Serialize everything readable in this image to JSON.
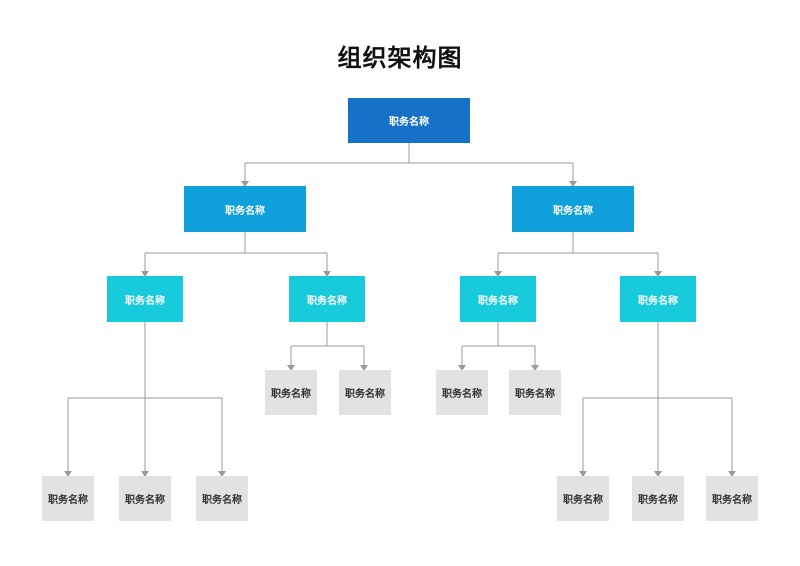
{
  "title": "组织架构图",
  "colors": {
    "level1": "#1572c8",
    "level2": "#0fa0dc",
    "level3": "#17cbdc",
    "level4": "#e2e2e2",
    "connector": "#9a9a9a"
  },
  "nodes": {
    "root": "职务名称",
    "left": "职务名称",
    "right": "职务名称",
    "left_a": "职务名称",
    "left_b": "职务名称",
    "right_a": "职务名称",
    "right_b": "职务名称",
    "left_b_1": "职务名称",
    "left_b_2": "职务名称",
    "right_a_1": "职务名称",
    "right_a_2": "职务名称",
    "left_a_1": "职务名称",
    "left_a_2": "职务名称",
    "left_a_3": "职务名称",
    "right_b_1": "职务名称",
    "right_b_2": "职务名称",
    "right_b_3": "职务名称"
  }
}
